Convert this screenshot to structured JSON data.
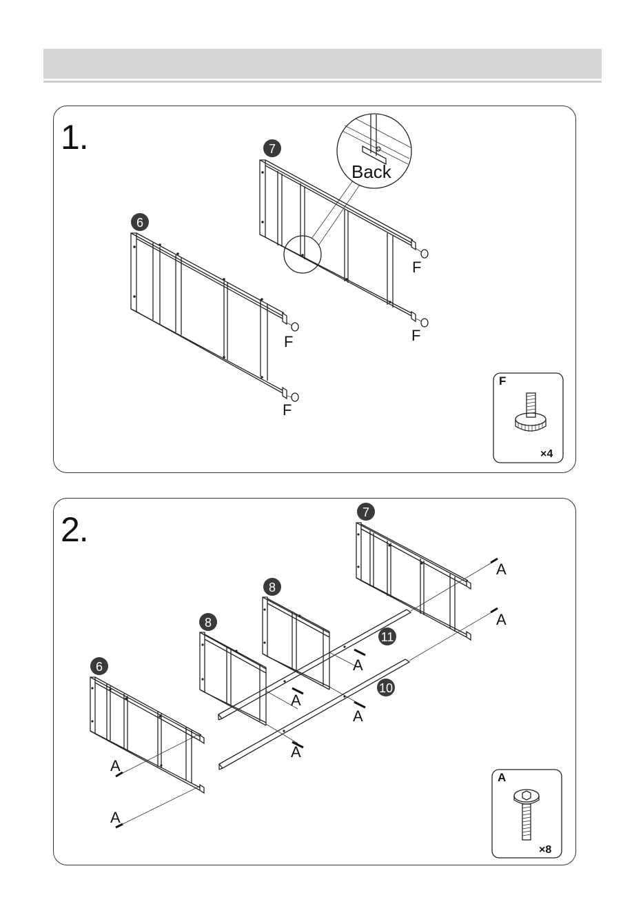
{
  "steps": [
    {
      "number": "1.",
      "parts": {
        "p6": "6",
        "p7": "7"
      },
      "callout_text": "Back",
      "hardware_labels": [
        "F",
        "F",
        "F",
        "F"
      ],
      "hardware_box": {
        "code": "F",
        "qty": "×4"
      }
    },
    {
      "number": "2.",
      "parts": {
        "p6": "6",
        "p7": "7",
        "p8a": "8",
        "p8b": "8",
        "p10": "10",
        "p11": "11"
      },
      "hardware_labels": [
        "A",
        "A",
        "A",
        "A",
        "A",
        "A",
        "A",
        "A"
      ],
      "hardware_box": {
        "code": "A",
        "qty": "×8"
      }
    }
  ]
}
